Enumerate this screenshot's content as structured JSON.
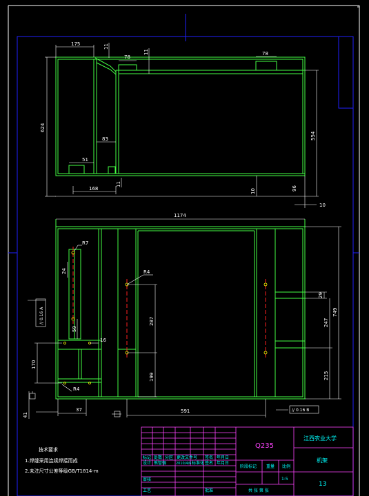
{
  "drawing": {
    "colors": {
      "background": "#000000",
      "frame": "#ffffff",
      "border": "#2020ff",
      "part": "#44ff44",
      "dimension": "#ffffff",
      "center": "#ff2020",
      "title_block": "#ff44ff",
      "title_text": "#00ffff"
    },
    "top_view": {
      "dims": {
        "w175": "175",
        "h624": "624",
        "w78a": "78",
        "w78b": "78",
        "v11a": "11",
        "v11b": "11",
        "w83": "83",
        "w51": "51",
        "h554": "554",
        "w168": "168",
        "v11c": "11",
        "v10a": "10",
        "v96": "96",
        "v10b": "10"
      }
    },
    "front_view": {
      "dims": {
        "w1174": "1174",
        "r7": "R7",
        "v24": "24",
        "r4a": "R4",
        "v287": "287",
        "v59": "59",
        "v16": "16",
        "v170": "170",
        "v199": "199",
        "r4b": "R4",
        "w591": "591",
        "v29": "29",
        "v247": "247",
        "v749": "749",
        "v215": "215",
        "v41": "41",
        "w37": "37"
      },
      "tolerances": {
        "left": "// 0.16 A",
        "right": "// 0.16 B"
      }
    },
    "notes": {
      "title": "技术要求",
      "lines": [
        "1.焊缝采用连续焊接而成",
        "2.未注尺寸公差等级GB/T1814-m"
      ]
    },
    "title_block": {
      "material": "Q235",
      "school": "江西农业大学",
      "part_name": "机架",
      "drawing_no": "13",
      "scale": "1:5",
      "sheets": "共 张 第 张",
      "headers": [
        "标记",
        "处数",
        "分区",
        "更改文件号",
        "签名",
        "年月日"
      ],
      "row2": [
        "设计",
        "熊智强",
        "2010/4/6",
        "标准化",
        "签名",
        "年月日"
      ],
      "labels": {
        "stage": "阶段标记",
        "weight": "重量",
        "scale_label": "比例",
        "review": "审核",
        "process": "工艺",
        "approve": "批准"
      }
    }
  }
}
